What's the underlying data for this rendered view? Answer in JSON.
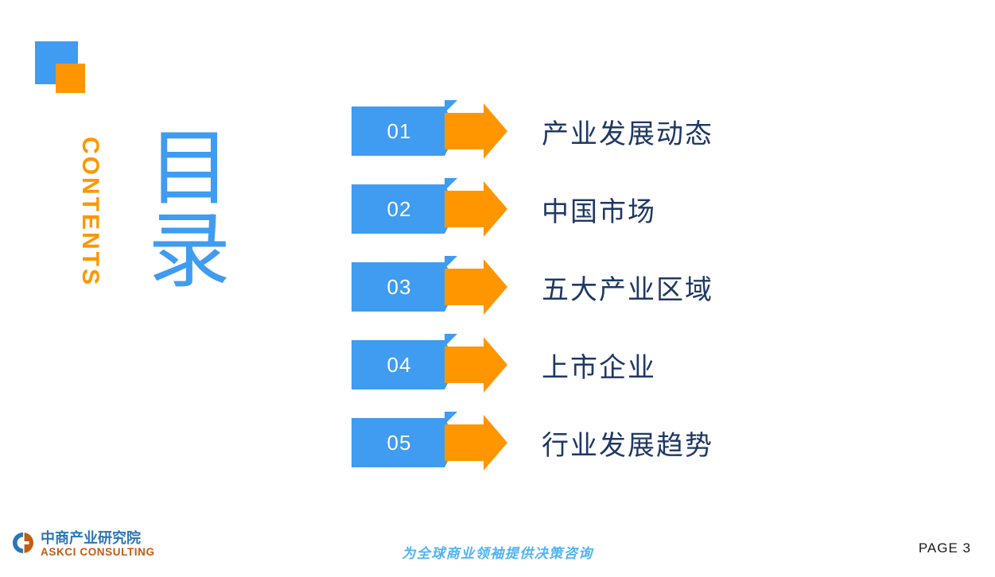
{
  "slide": {
    "heading_cn": "目录",
    "heading_en": "CONTENTS"
  },
  "colors": {
    "blue": "#3F9CF0",
    "orange": "#FF9600",
    "title_navy": "#1F3864",
    "logo_blue": "#2E75B6",
    "logo_orange": "#C55A11",
    "tagline_blue": "#4FB3F5",
    "background": "#FFFFFF"
  },
  "agenda": {
    "items": [
      {
        "number": "01",
        "label": "产业发展动态"
      },
      {
        "number": "02",
        "label": "中国市场"
      },
      {
        "number": "03",
        "label": "五大产业区域"
      },
      {
        "number": "04",
        "label": "上市企业"
      },
      {
        "number": "05",
        "label": "行业发展趋势"
      }
    ]
  },
  "footer": {
    "logo_cn": "中商产业研究院",
    "logo_en": "ASKCI CONSULTING",
    "tagline": "为全球商业领袖提供决策咨询",
    "page": "PAGE  3"
  },
  "icons": {
    "logo_mark": "askci-circle-logo-icon",
    "arrow": "right-arrow-icon",
    "tab": "corner-tab-icon"
  }
}
